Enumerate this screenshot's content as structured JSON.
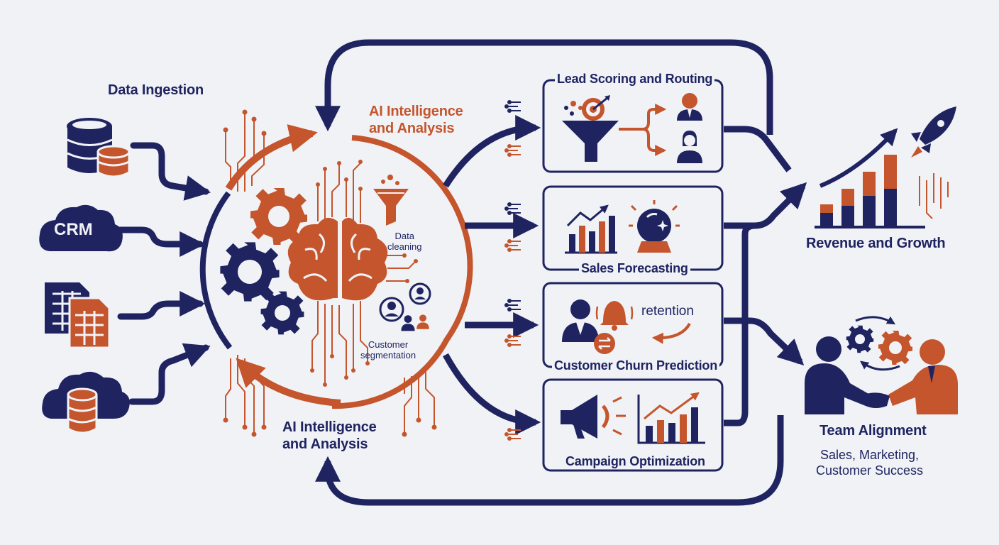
{
  "colors": {
    "navy": "#1f2461",
    "orange": "#c4552c",
    "background": "#f1f2f6"
  },
  "ingestion": {
    "title": "Data Ingestion",
    "crm_label": "CRM",
    "sources": [
      "database-icon",
      "crm-cloud-icon",
      "spreadsheet-icon",
      "cloud-database-icon"
    ]
  },
  "hub": {
    "title_top": "AI Intelligence\nand Analysis",
    "title_bottom": "AI Intelligence\nand Analysis",
    "data_cleaning": "Data\ncleaning",
    "segmentation": "Customer\nsegmentation"
  },
  "modules": [
    {
      "id": "lead",
      "title": "Lead Scoring and Routing"
    },
    {
      "id": "forecast",
      "title": "Sales Forecasting"
    },
    {
      "id": "churn",
      "title": "Customer Churn Prediction",
      "inner_label": "retention"
    },
    {
      "id": "campaign",
      "title": "Campaign Optimization"
    }
  ],
  "outcomes": {
    "revenue_title": "Revenue and Growth",
    "team_title": "Team Alignment",
    "team_subtitle": "Sales, Marketing,\nCustomer Success"
  }
}
